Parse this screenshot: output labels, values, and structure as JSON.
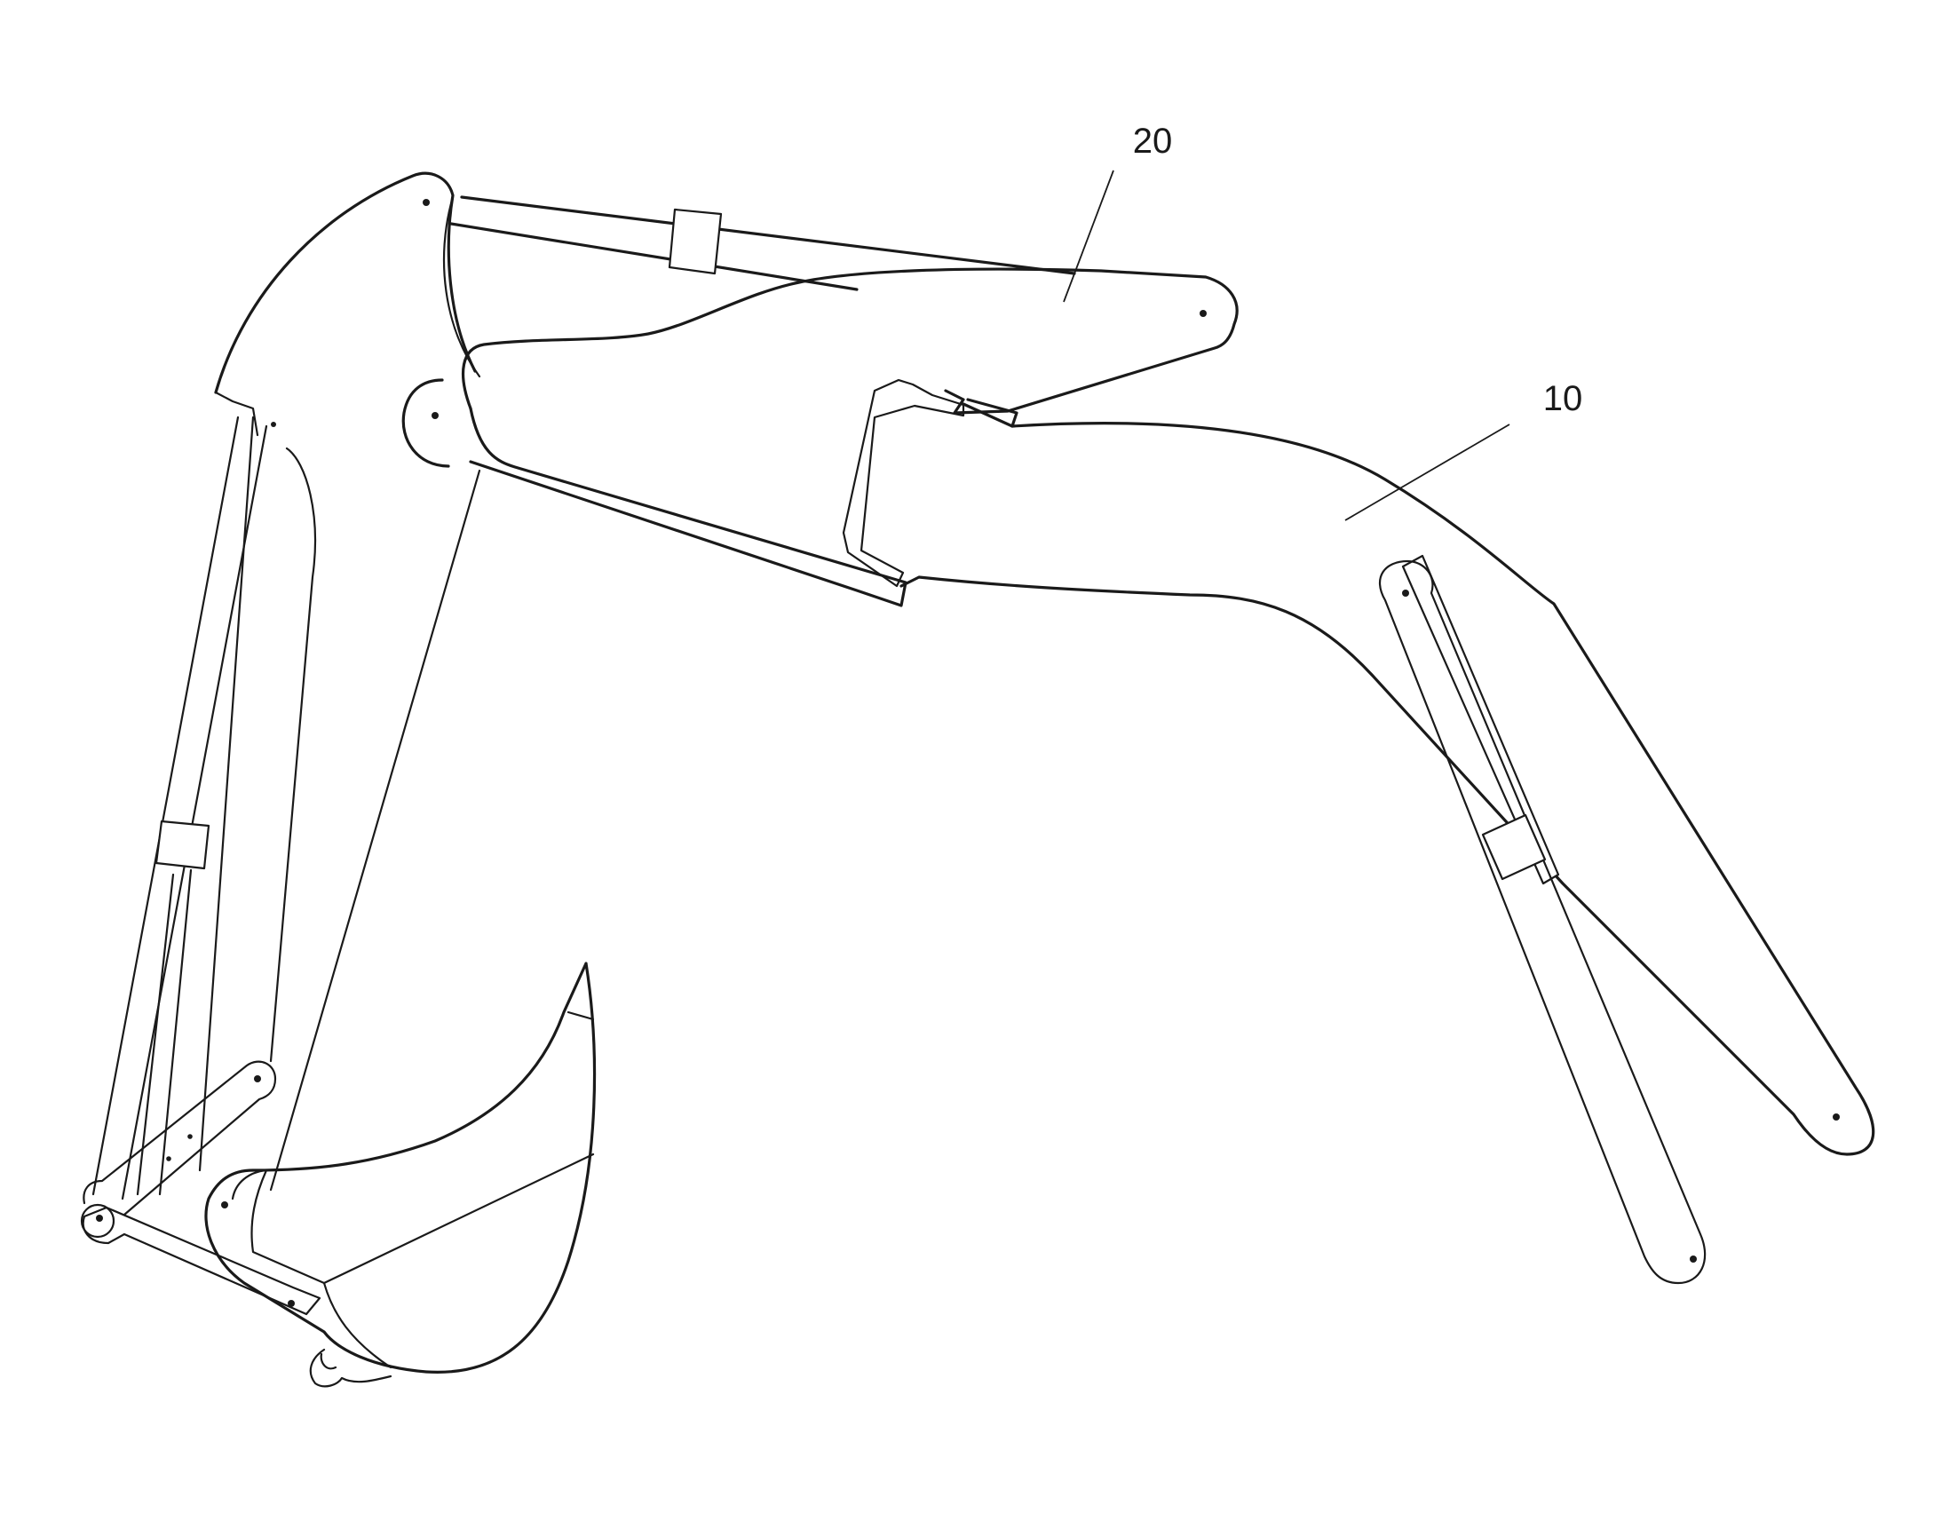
{
  "figure": {
    "reference_numerals": [
      {
        "id": "boom",
        "label": "10"
      },
      {
        "id": "arm",
        "label": "20"
      }
    ]
  }
}
